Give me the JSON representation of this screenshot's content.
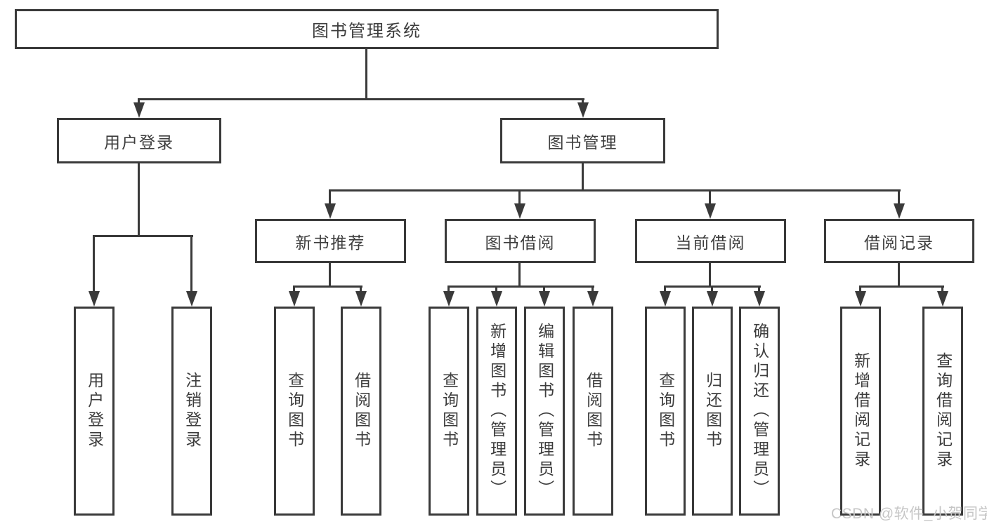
{
  "diagram": {
    "root": {
      "label": "图书管理系统"
    },
    "level2": [
      {
        "label": "用户登录"
      },
      {
        "label": "图书管理"
      }
    ],
    "level3": [
      {
        "label": "新书推荐"
      },
      {
        "label": "图书借阅"
      },
      {
        "label": "当前借阅"
      },
      {
        "label": "借阅记录"
      }
    ],
    "leaves": [
      {
        "label": "用户登录"
      },
      {
        "label": "注销登录"
      },
      {
        "label": "查询图书"
      },
      {
        "label": "借阅图书"
      },
      {
        "label": "查询图书"
      },
      {
        "label": "新增图书（管理员）"
      },
      {
        "label": "编辑图书（管理员）"
      },
      {
        "label": "借阅图书"
      },
      {
        "label": "查询图书"
      },
      {
        "label": "归还图书"
      },
      {
        "label": "确认归还（管理员）"
      },
      {
        "label": "新增借阅记录"
      },
      {
        "label": "查询借阅记录"
      }
    ]
  },
  "watermark": {
    "text": "CSDN @软件_小贺同学"
  },
  "colors": {
    "line": "#3a3a3a",
    "text": "#3d3d3d",
    "watermark": "#c6c6c6",
    "background": "#ffffff"
  }
}
